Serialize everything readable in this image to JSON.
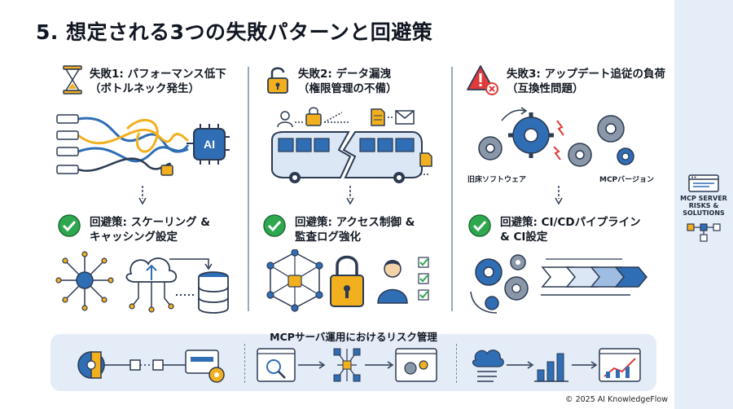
{
  "title": "5. 想定される3つの失敗パターンと回避策",
  "side_panel": {
    "label_lines": [
      "MCP SERVER",
      "RISKS &",
      "SOLUTIONS"
    ]
  },
  "columns": [
    {
      "failure_lines": [
        "失敗1: パフォーマンス低下",
        "（ボトルネック発生）"
      ],
      "failure_icon": "hourglass-icon",
      "diagram_label": "AI",
      "solution_lines": [
        "回避策: スケーリング &",
        "キャッシング設定"
      ],
      "solution_icon": "check-icon"
    },
    {
      "failure_lines": [
        "失敗2: データ漏洩",
        "（権限管理の不備）"
      ],
      "failure_icon": "unlocked-padlock-icon",
      "solution_lines": [
        "回避策: アクセス制御 &",
        "監査ログ強化"
      ],
      "solution_icon": "check-icon"
    },
    {
      "failure_lines": [
        "失敗3: アップデート追従の負荷",
        "（互換性問題）"
      ],
      "failure_icon": "warning-icon",
      "caption_left": "旧床ソフトウェア",
      "caption_right": "MCPバージョン",
      "solution_lines": [
        "回避策: CI/CDパイプライン",
        "& CI設定"
      ],
      "solution_icon": "check-icon"
    }
  ],
  "bottom": {
    "title": "MCPサーバ運用におけるリスク管理"
  },
  "copyright": "© 2025 AI KnowledgeFlow",
  "colors": {
    "accent_gold": "#f2b01e",
    "accent_blue": "#2f6db5",
    "check_green": "#2ea84f",
    "warning_red": "#e03a3a",
    "panel_blue": "#e3ecf7"
  }
}
